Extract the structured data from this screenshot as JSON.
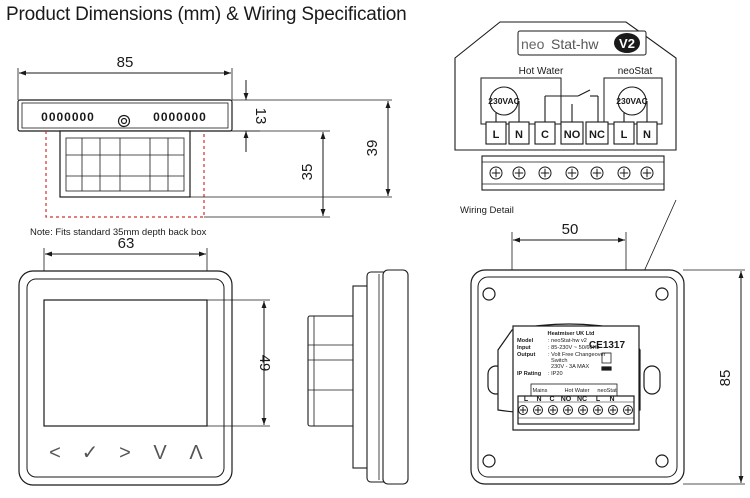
{
  "title": "Product Dimensions (mm) & Wiring Specification",
  "dims": {
    "top_width": "85",
    "top_height": "13",
    "total_depth": "39",
    "backbox_depth": "35",
    "front_width": "63",
    "screen_height": "49",
    "rear_inner_width": "50",
    "rear_height": "85"
  },
  "side_display": {
    "left_digits": "0000000",
    "right_digits": "0000000"
  },
  "note": "Note: Fits standard 35mm depth back box",
  "wiring": {
    "brand_light": "neo",
    "brand_model": "Stat-hw",
    "brand_version": "V2",
    "group_left": "Hot Water",
    "group_right": "neoStat",
    "supply_label": "230VAC",
    "terminals": [
      "L",
      "N",
      "C",
      "NO",
      "NC",
      "L",
      "N"
    ],
    "caption": "Wiring Detail"
  },
  "front_buttons": [
    "<",
    "✓",
    ">",
    "V",
    "Λ"
  ],
  "label": {
    "maker": "Heatmiser UK Ltd",
    "model_key": "Model",
    "model_val": ": neoStat-hw v2",
    "input_key": "Input",
    "input_val": ": 85-230V ~ 50/60Hz",
    "output_key": "Output",
    "output_val1": ": Volt Free Changeover",
    "output_val2": "Switch",
    "output_val3": "230V - 3A MAX",
    "ip_key": "IP Rating",
    "ip_val": ": IP20",
    "ce": "CE1317",
    "group_mains": "Mains",
    "group_hw": "Hot Water",
    "group_neo": "neoStat",
    "terminals": [
      "L",
      "N",
      "C",
      "NO",
      "NC",
      "L",
      "N"
    ]
  }
}
